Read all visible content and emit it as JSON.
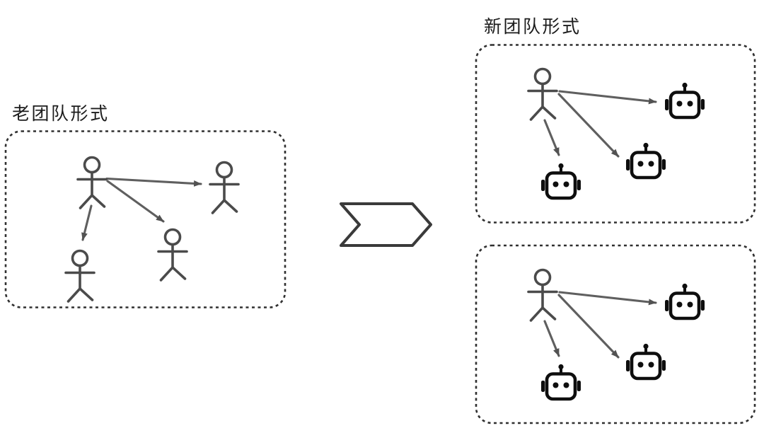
{
  "diagram": {
    "old_team": {
      "label": "老团队形式",
      "nodes": [
        {
          "type": "person",
          "role": "leader"
        },
        {
          "type": "person",
          "role": "member"
        },
        {
          "type": "person",
          "role": "member"
        },
        {
          "type": "person",
          "role": "member"
        }
      ],
      "edges": [
        {
          "from": "leader",
          "to": "member-right"
        },
        {
          "from": "leader",
          "to": "member-bottom-middle"
        },
        {
          "from": "leader",
          "to": "member-bottom-left"
        }
      ]
    },
    "transition": {
      "symbol": "chevron-right"
    },
    "new_team": {
      "label": "新团队形式",
      "groups": [
        {
          "nodes": [
            {
              "type": "person",
              "role": "leader"
            },
            {
              "type": "robot"
            },
            {
              "type": "robot"
            },
            {
              "type": "robot"
            }
          ],
          "edges": [
            {
              "from": "leader",
              "to": "robot-top-right"
            },
            {
              "from": "leader",
              "to": "robot-middle"
            },
            {
              "from": "leader",
              "to": "robot-bottom-left"
            }
          ]
        },
        {
          "nodes": [
            {
              "type": "person",
              "role": "leader"
            },
            {
              "type": "robot"
            },
            {
              "type": "robot"
            },
            {
              "type": "robot"
            }
          ],
          "edges": [
            {
              "from": "leader",
              "to": "robot-top-right"
            },
            {
              "from": "leader",
              "to": "robot-middle"
            },
            {
              "from": "leader",
              "to": "robot-bottom-left"
            }
          ]
        }
      ]
    },
    "colors": {
      "background": "#ffffff",
      "text": "#1c1c1c",
      "box_border": "#303030",
      "person_stroke": "#4b4b4b",
      "arrow": "#5f5f5f",
      "robot": "#0e0e0e"
    }
  }
}
